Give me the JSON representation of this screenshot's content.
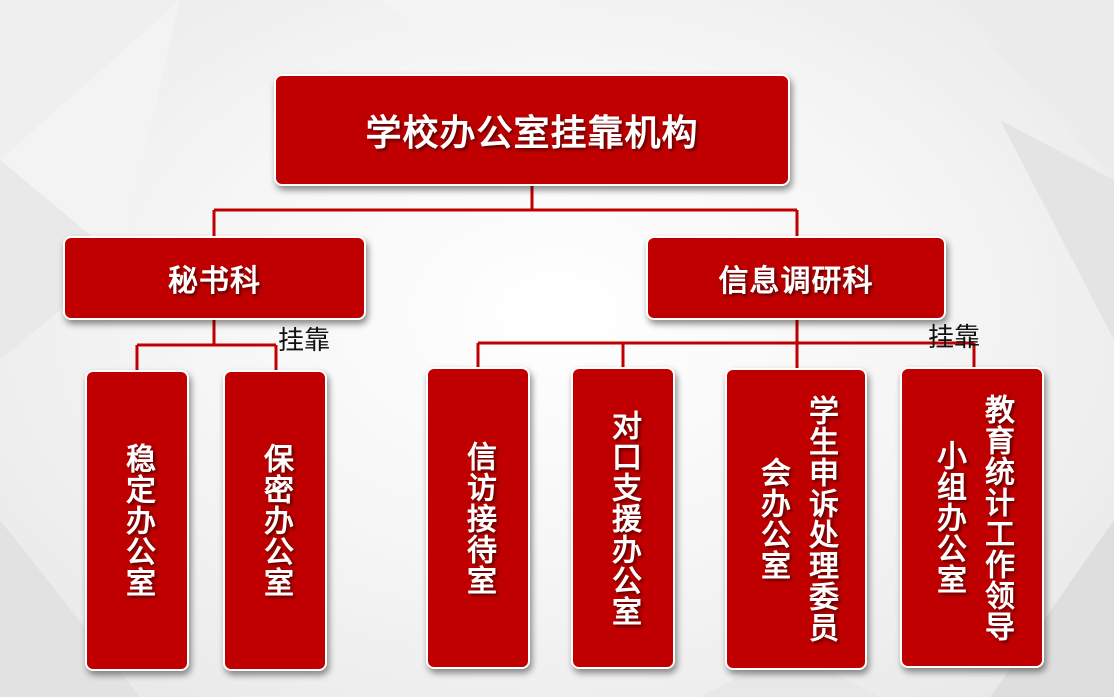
{
  "root": {
    "label": "学校办公室挂靠机构"
  },
  "departments": [
    {
      "label": "秘书科"
    },
    {
      "label": "信息调研科"
    }
  ],
  "annotations": [
    {
      "label": "挂靠"
    },
    {
      "label": "挂靠"
    }
  ],
  "units": [
    {
      "lines": [
        "稳定办公室"
      ]
    },
    {
      "lines": [
        "保密办公室"
      ]
    },
    {
      "lines": [
        "信访接待室"
      ]
    },
    {
      "lines": [
        "对口支援办公室"
      ]
    },
    {
      "lines": [
        "学生申诉处理委员",
        "会办公室"
      ]
    },
    {
      "lines": [
        "教育统计工作领导",
        "小组办公室"
      ]
    }
  ],
  "colors": {
    "box_fill": "#c00000",
    "connector": "#c00000",
    "text": "#ffffff"
  }
}
